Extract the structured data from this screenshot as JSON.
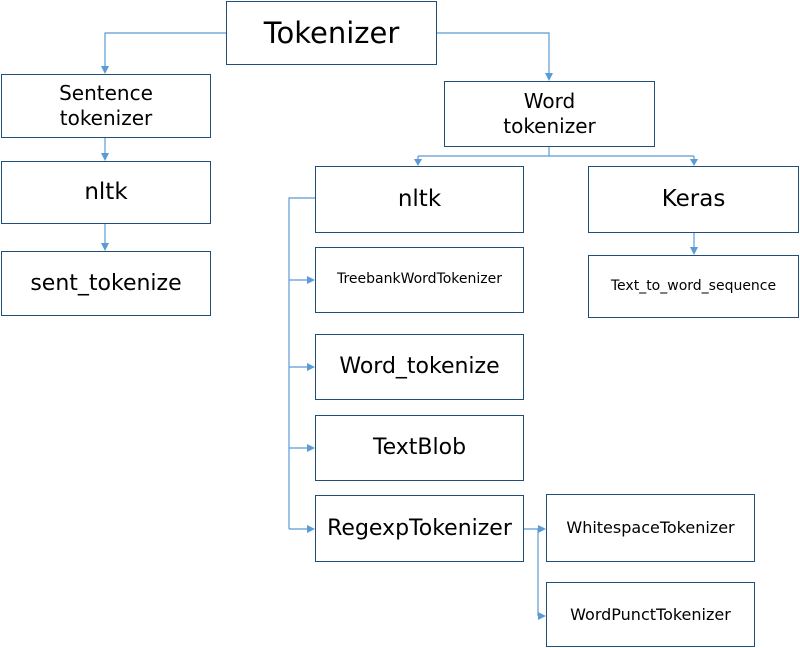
{
  "diagram": {
    "colors": {
      "box_border": "#1f4e79",
      "connector": "#5b9bd5",
      "text": "#000000"
    },
    "nodes": {
      "tokenizer": "Tokenizer",
      "sentence_tokenizer": "Sentence\ntokenizer",
      "nltk_sentence": "nltk",
      "sent_tokenize": "sent_tokenize",
      "word_tokenizer": "Word\ntokenizer",
      "nltk_word": "nltk",
      "keras": "Keras",
      "text_to_word_sequence": "Text_to_word_sequence",
      "treebank": "TreebankWordTokenizer",
      "word_tokenize": "Word_tokenize",
      "textblob": "TextBlob",
      "regexp": "RegexpTokenizer",
      "whitespace": "WhitespaceTokenizer",
      "wordpunct": "WordPunctTokenizer"
    }
  }
}
